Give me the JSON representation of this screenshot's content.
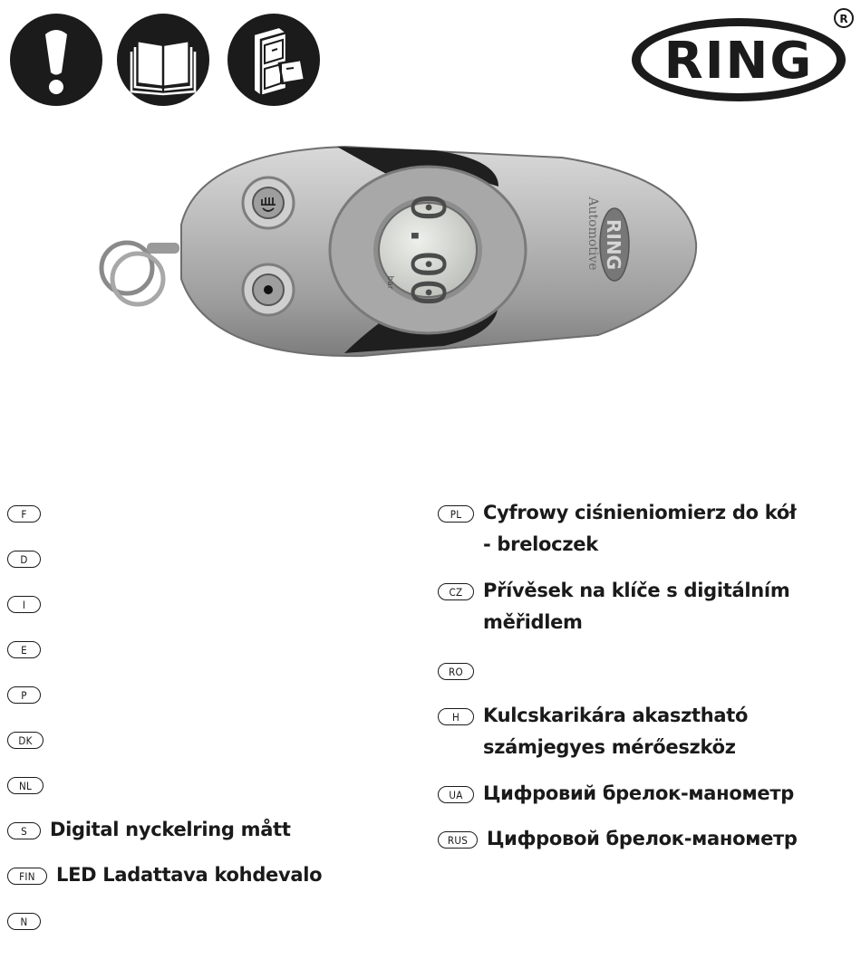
{
  "header": {
    "icons": [
      "warning-exclamation-icon",
      "instruction-book-icon",
      "filing-cabinet-icon"
    ],
    "brand": {
      "text": "RING",
      "registered_mark": "®"
    }
  },
  "product_image": {
    "display_reading": "0.00",
    "display_unit": "bar",
    "brand_text": "RING",
    "sub_brand_text": "Automotive"
  },
  "languages_left": [
    {
      "code": "F",
      "label": ""
    },
    {
      "code": "D",
      "label": ""
    },
    {
      "code": "I",
      "label": ""
    },
    {
      "code": "E",
      "label": ""
    },
    {
      "code": "P",
      "label": ""
    },
    {
      "code": "DK",
      "label": ""
    },
    {
      "code": "NL",
      "label": ""
    },
    {
      "code": "S",
      "label": "Digital nyckelring mått"
    },
    {
      "code": "FIN",
      "label": "LED Ladattava kohdevalo"
    },
    {
      "code": "N",
      "label": ""
    }
  ],
  "languages_right": [
    {
      "code": "PL",
      "label": "Cyfrowy ciśnieniomierz do kół - breloczek"
    },
    {
      "code": "CZ",
      "label": "Přívěsek na klíče s digitálním měřidlem"
    },
    {
      "code": "RO",
      "label": ""
    },
    {
      "code": "H",
      "label": "Kulcskarikára akasztható számjegyes mérőeszköz"
    },
    {
      "code": "UA",
      "label": "Цифровий брелок-манометр"
    },
    {
      "code": "RUS",
      "label": "Цифровой брелок-манометр"
    }
  ]
}
